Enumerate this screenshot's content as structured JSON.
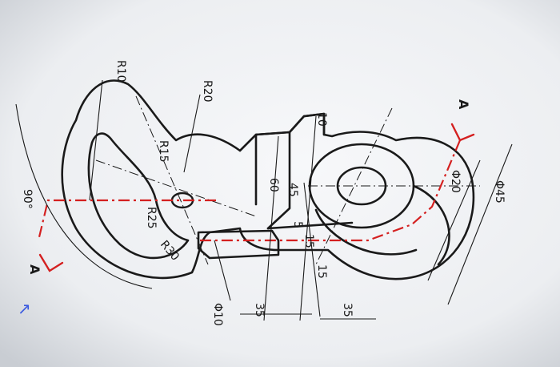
{
  "drawing": {
    "section_label": "A",
    "view_angle": "90°",
    "radii": [
      "R10",
      "R20",
      "R15",
      "R25",
      "R30"
    ],
    "diameters": [
      "Φ45",
      "Φ20",
      "Φ10"
    ],
    "lengths": [
      "10",
      "60",
      "45",
      "5",
      "15",
      "15",
      "35",
      "35"
    ],
    "mark": "↗"
  },
  "colors": {
    "section_line": "#d42020",
    "ink": "#1a1a1a",
    "annotation_blue": "#3a5ae0",
    "paper": "#f3f4f6"
  }
}
